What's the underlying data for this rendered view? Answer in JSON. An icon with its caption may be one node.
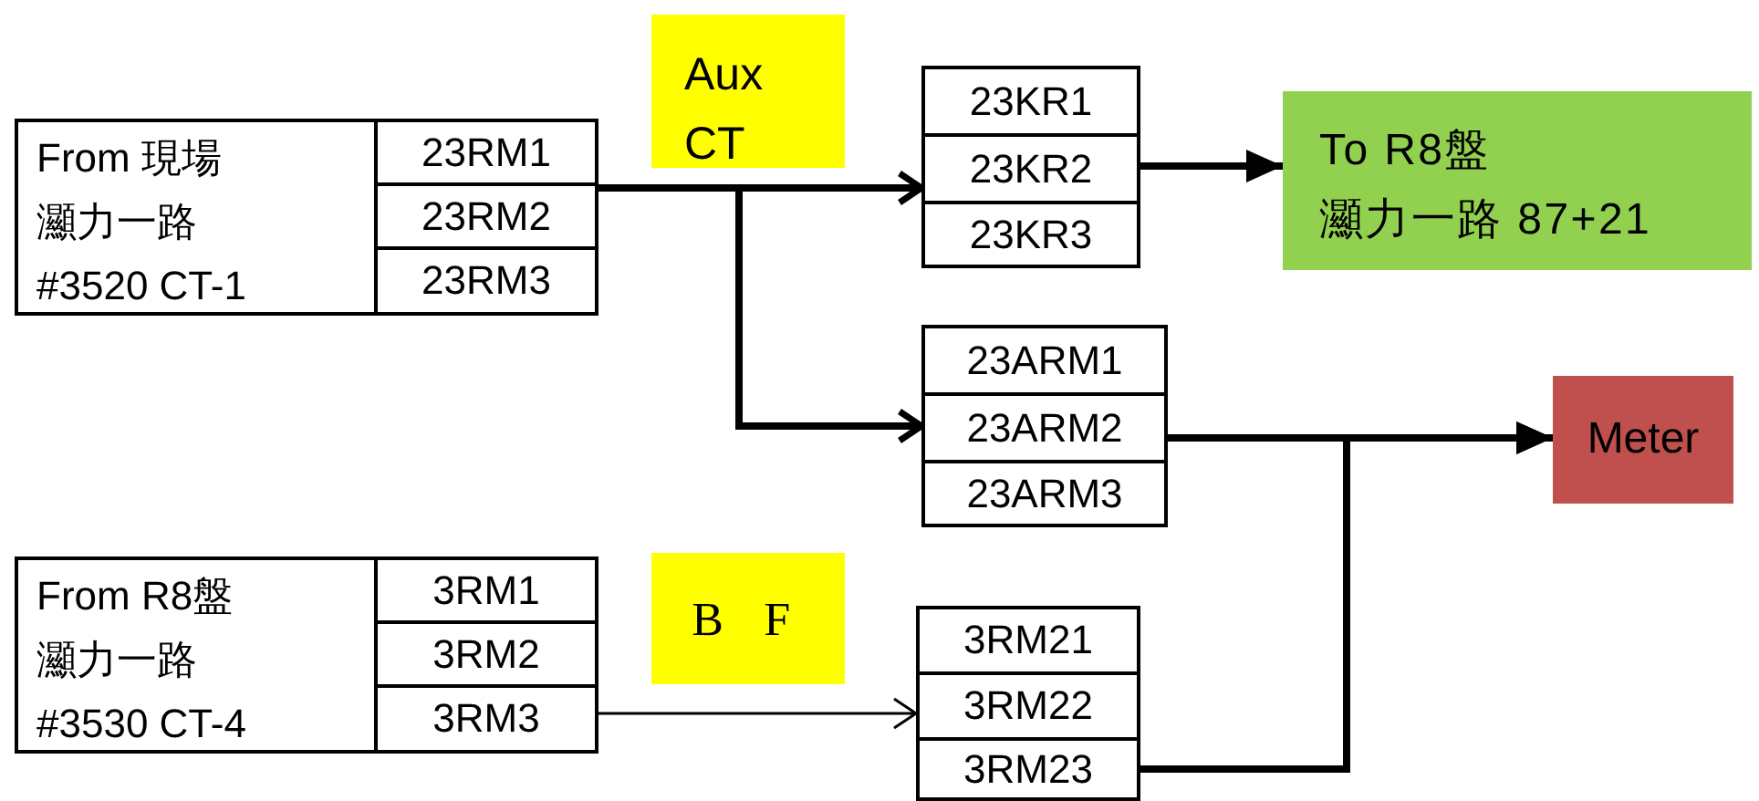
{
  "diagram": {
    "nodes": [
      {
        "text": [
          "From 現場",
          "灦力一路",
          "#3520 CT-1"
        ]
      },
      {
        "text": [
          "23RM1"
        ],
        "in": 0
      },
      {
        "text": [
          "23RM2"
        ],
        "in": 0
      },
      {
        "text": [
          "23RM3"
        ],
        "in": 0
      },
      {
        "text": [
          "Aux CT"
        ]
      },
      {
        "text": [
          "23KR1"
        ]
      },
      {
        "text": [
          "23KR2"
        ]
      },
      {
        "text": [
          "23KR3"
        ]
      },
      {
        "text": [
          "To R8盤",
          "灦力一路 87+21"
        ]
      },
      {
        "text": [
          "23ARM1"
        ]
      },
      {
        "text": [
          "23ARM2"
        ]
      },
      {
        "text": [
          "23ARM3"
        ]
      },
      {
        "text": [
          "Meter"
        ]
      },
      {
        "text": [
          "From R8盤",
          "灦力一路",
          "#3530 CT-4"
        ]
      },
      {
        "text": [
          "3RM1"
        ],
        "in": 13
      },
      {
        "text": [
          "3RM2"
        ],
        "in": 13
      },
      {
        "text": [
          "3RM3"
        ],
        "in": 13
      },
      {
        "text": [
          "B F"
        ]
      },
      {
        "text": [
          "3RM21"
        ]
      },
      {
        "text": [
          "3RM22"
        ]
      },
      {
        "text": [
          "3RM23"
        ]
      }
    ],
    "edges": [
      {
        "from": 2,
        "to": 6,
        "arrow": "to"
      },
      {
        "from": 2,
        "to": 10,
        "arrow": "to"
      },
      {
        "from": 6,
        "to": 8,
        "arrow": "to"
      },
      {
        "from": 10,
        "to": 12,
        "arrow": "to"
      },
      {
        "from": 20,
        "to": 12,
        "arrow": "to"
      },
      {
        "from": 16,
        "to": 19,
        "arrow": "to"
      }
    ]
  }
}
